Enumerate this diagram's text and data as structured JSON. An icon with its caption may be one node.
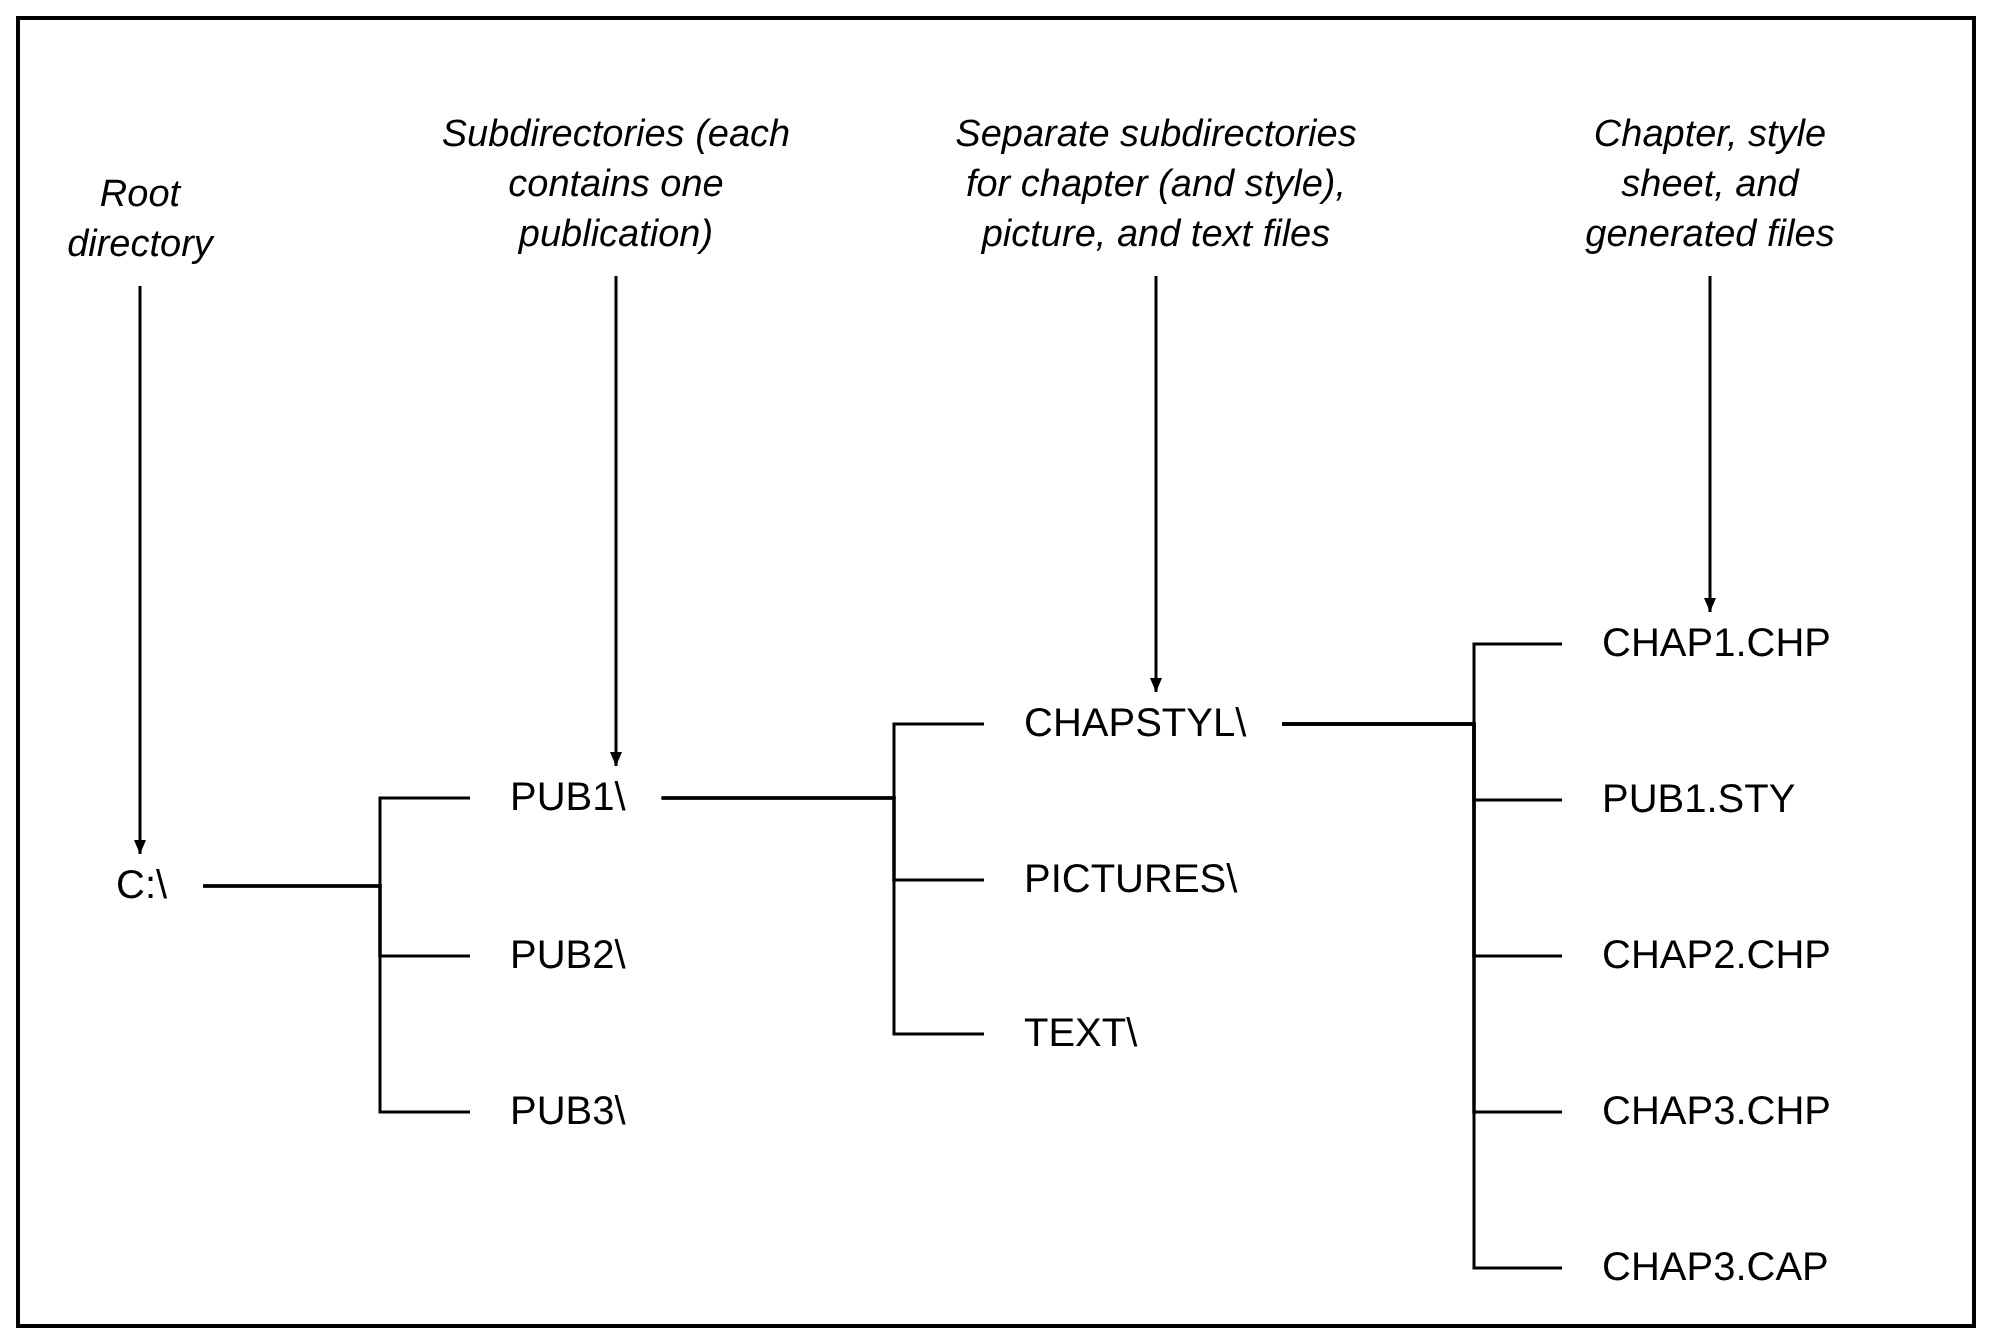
{
  "diagram": {
    "nodes": [
      {
        "text": [
          "Root directory"
        ]
      },
      {
        "text": [
          "Subdirectories (each contains one publication)"
        ]
      },
      {
        "text": [
          "Separate subdirectories for chapter (and style), picture, and text files"
        ]
      },
      {
        "text": [
          "Chapter, style sheet, and generated files"
        ]
      },
      {
        "text": [
          "C:\\"
        ]
      },
      {
        "text": [
          "PUB1\\"
        ]
      },
      {
        "text": [
          "PUB2\\"
        ]
      },
      {
        "text": [
          "PUB3\\"
        ]
      },
      {
        "text": [
          "CHAPSTYL\\"
        ]
      },
      {
        "text": [
          "PICTURES\\"
        ]
      },
      {
        "text": [
          "TEXT\\"
        ]
      },
      {
        "text": [
          "CHAP1.CHP"
        ]
      },
      {
        "text": [
          "PUB1.STY"
        ]
      },
      {
        "text": [
          "CHAP2.CHP"
        ]
      },
      {
        "text": [
          "CHAP3.CHP"
        ]
      },
      {
        "text": [
          "CHAP3.CAP"
        ]
      }
    ],
    "edges": [
      {
        "from": 0,
        "to": 4,
        "arrow": "to"
      },
      {
        "from": 1,
        "to": 5,
        "arrow": "to"
      },
      {
        "from": 2,
        "to": 8,
        "arrow": "to"
      },
      {
        "from": 3,
        "to": 11,
        "arrow": "to"
      },
      {
        "from": 4,
        "to": 5,
        "arrow": "none"
      },
      {
        "from": 4,
        "to": 6,
        "arrow": "none"
      },
      {
        "from": 4,
        "to": 7,
        "arrow": "none"
      },
      {
        "from": 5,
        "to": 8,
        "arrow": "none"
      },
      {
        "from": 5,
        "to": 9,
        "arrow": "none"
      },
      {
        "from": 5,
        "to": 10,
        "arrow": "none"
      },
      {
        "from": 8,
        "to": 11,
        "arrow": "none"
      },
      {
        "from": 8,
        "to": 12,
        "arrow": "none"
      },
      {
        "from": 8,
        "to": 13,
        "arrow": "none"
      },
      {
        "from": 8,
        "to": 14,
        "arrow": "none"
      },
      {
        "from": 8,
        "to": 15,
        "arrow": "none"
      }
    ]
  }
}
